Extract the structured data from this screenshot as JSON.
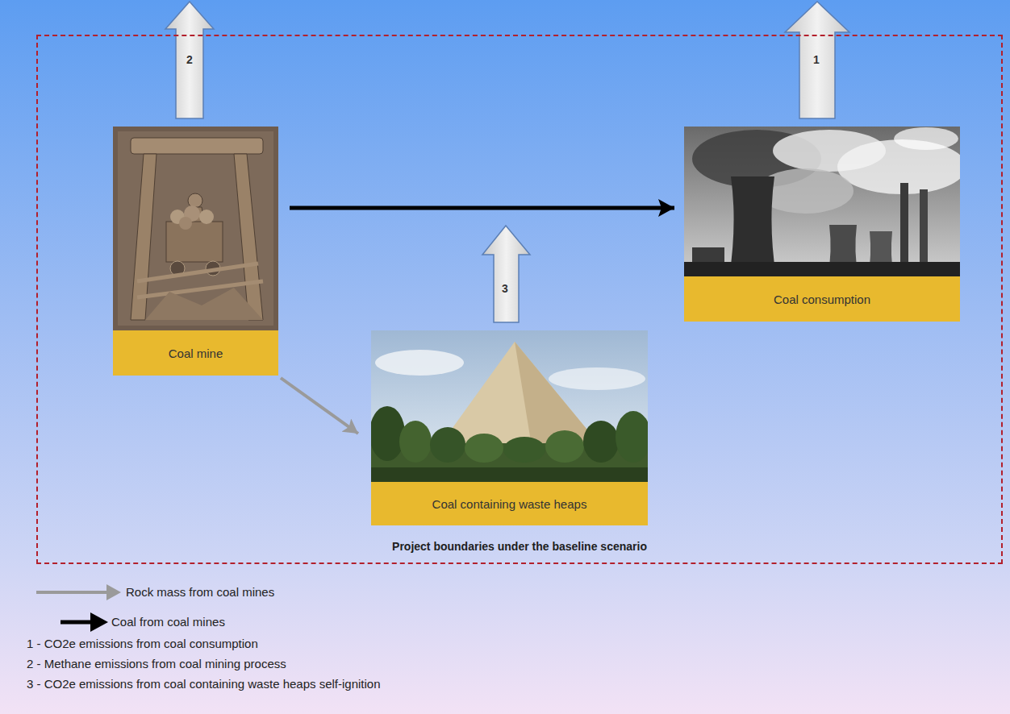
{
  "diagram": {
    "nodes": [
      {
        "text": [
          "Project boundaries under the baseline scenario"
        ]
      },
      {
        "text": [
          "Coal mine"
        ],
        "in": 0
      },
      {
        "text": [
          "Coal containing waste heaps"
        ],
        "in": 0
      },
      {
        "text": [
          "Coal consumption"
        ],
        "in": 0
      }
    ],
    "edges": [
      {
        "from": 1,
        "to": 3,
        "arrow": "to"
      },
      {
        "from": 1,
        "to": 2,
        "arrow": "to"
      }
    ],
    "labels": [
      "2",
      "1",
      "3",
      "1 - CO2e emissions from coal consumption",
      "2 - Methane emissions from coal mining process",
      "3 - CO2e emissions from coal containing waste heaps self-ignition"
    ],
    "legend": [
      {
        "text": "Rock mass from coal mines"
      },
      {
        "text": "Coal from coal mines"
      }
    ]
  }
}
